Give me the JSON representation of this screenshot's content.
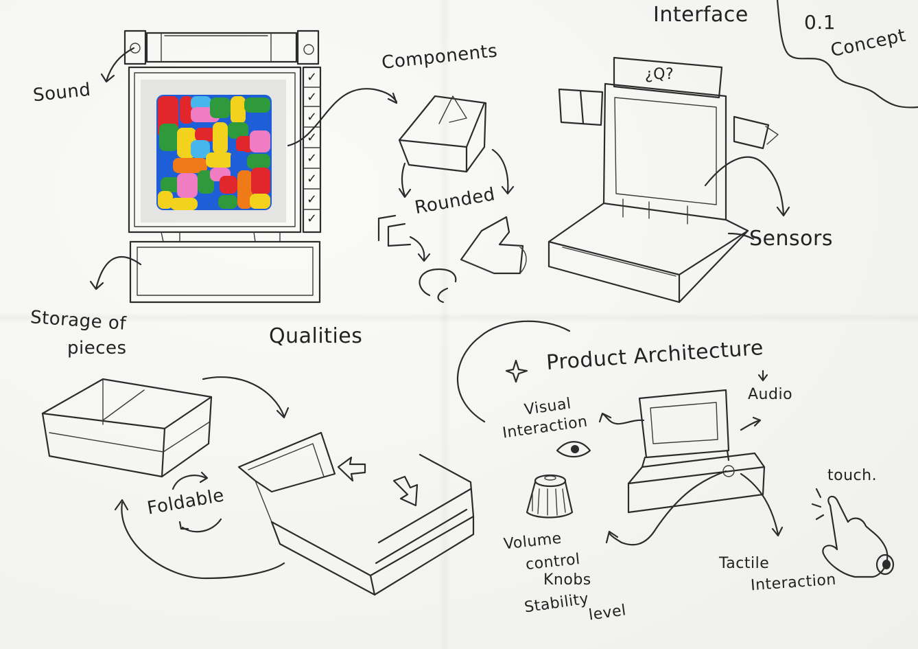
{
  "labels": {
    "interface": "Interface",
    "version": "0.1",
    "concept": "Concept",
    "sound": "Sound",
    "components": "Components",
    "screen_text": "¿Q?",
    "rounded": "Rounded",
    "sensors": "Sensors",
    "storage_line1": "Storage of",
    "storage_line2": "pieces",
    "qualities": "Qualities",
    "product_architecture": "Product Architecture",
    "visual_line1": "Visual",
    "visual_line2": "Interaction",
    "audio": "Audio",
    "foldable": "Foldable",
    "touch": "touch.",
    "volume_line1": "Volume",
    "volume_line2": "control",
    "volume_line3": "Knobs",
    "volume_line4": "Stability",
    "volume_line5": "level",
    "tactile_line1": "Tactile",
    "tactile_line2": "Interaction"
  },
  "checkmarks": [
    "✓",
    "✓",
    "✓",
    "✓",
    "✓",
    "✓",
    "✓",
    "✓"
  ],
  "colors": {
    "ink": "#2b2b2b",
    "paper": "#f6f6f4",
    "red": "#e1262c",
    "blue": "#1e5ed6",
    "yellow": "#f3d21e",
    "green": "#2e9a3c",
    "pink": "#f07cc4",
    "orange": "#f07a17",
    "light_blue": "#47b6ec"
  },
  "icons": [
    "eye-icon",
    "knob-icon",
    "pointing-hand-icon",
    "sparkle-icon",
    "arrow-icon"
  ]
}
